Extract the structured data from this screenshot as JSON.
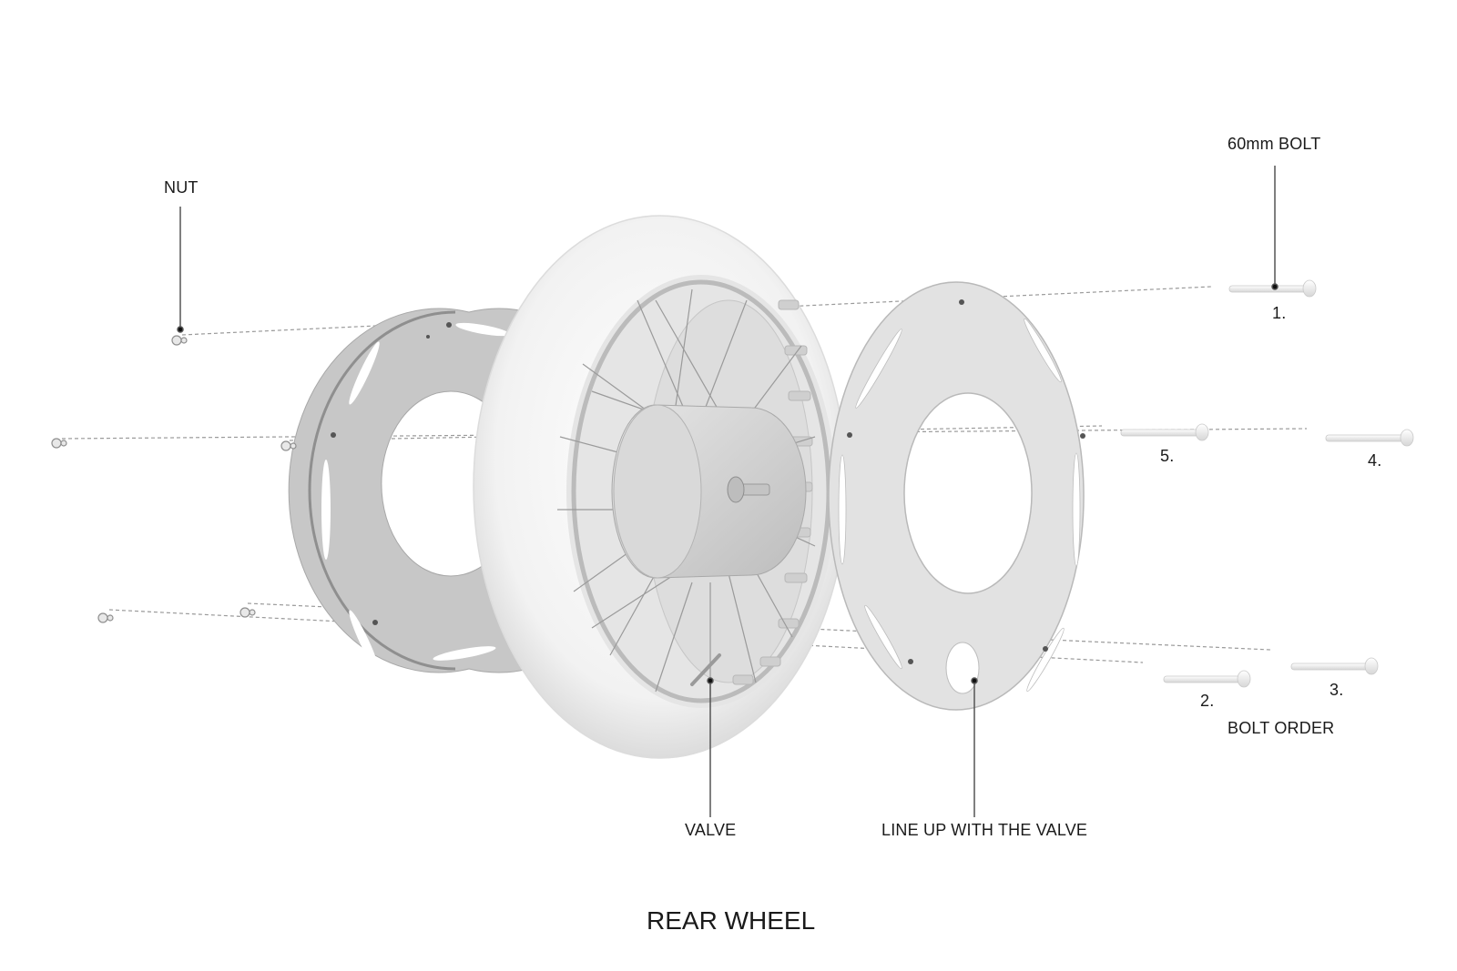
{
  "labels": {
    "nut": "NUT",
    "bolt": "60mm BOLT",
    "valve": "VALVE",
    "line_up": "LINE UP WITH THE VALVE",
    "bolt_order": "BOLT ORDER",
    "title": "REAR WHEEL"
  },
  "bolt_numbers": [
    "1.",
    "2.",
    "3.",
    "4.",
    "5."
  ],
  "colors": {
    "plate": "#c9c9c9",
    "plate_front": "#e4e4e4",
    "tire": "#f3f3f3",
    "hub": "#d2d2d2",
    "leader": "#555555",
    "dashed": "#999999"
  }
}
